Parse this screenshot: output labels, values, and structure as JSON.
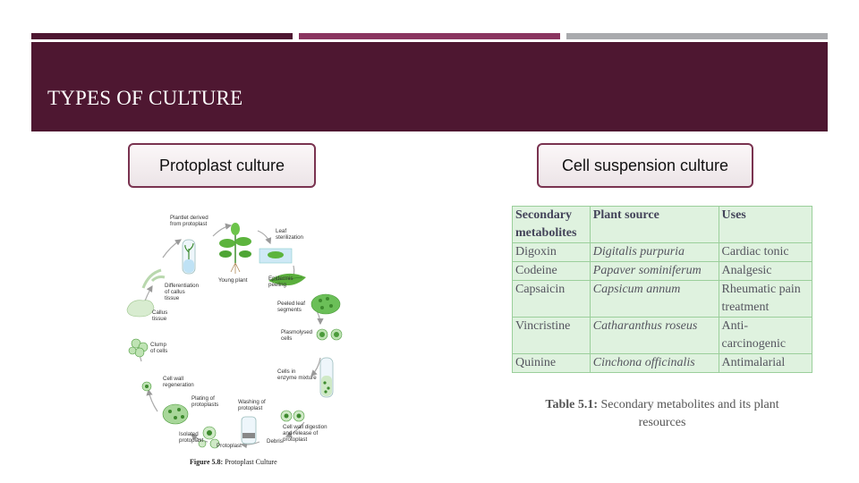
{
  "colors": {
    "bar_1": "#4e1731",
    "bar_2": "#8a3560",
    "bar_3": "#a9aaad",
    "title_band": "#4e1731"
  },
  "slide": {
    "title": "TYPES OF CULTURE",
    "left_label": "Protoplast culture",
    "right_label": "Cell suspension culture"
  },
  "figure": {
    "labels": {
      "plantlet": "Plantlet derived\nfrom protoplast",
      "leaf_sterilization": "Leaf\nsterilization",
      "young_plant": "Young plant",
      "differentiation": "Differentiation\nof callus\ntissue",
      "epidermis_peeling": "Epidermis\npeeling",
      "peeled_leaf": "Peeled leaf\nsegments",
      "callus_tissue": "Callus\ntissue",
      "plasmolysed_cells": "Plasmolysed\ncells",
      "clump_of_cells": "Clump\nof cells",
      "cell_wall_regeneration": "Cell wall\nregeneration",
      "cells_enzyme": "Cells in\nenzyme mixture",
      "plating": "Plating of\nprotoplasts",
      "washing": "Washing of\nprotoplast",
      "cell_wall_digestion": "Cell wall digestion\nand release of\nprotoplast",
      "isolated_protoplast": "Isolated\nprotoplast",
      "protoplast": "Protoplast",
      "debris": "Debris"
    },
    "caption_prefix": "Figure 5.8:",
    "caption_text": " Protoplast Culture"
  },
  "table": {
    "headers": [
      "Secondary metabolites",
      "Plant source",
      "Uses"
    ],
    "rows": [
      [
        "Digoxin",
        "Digitalis purpuria",
        "Cardiac tonic"
      ],
      [
        "Codeine",
        "Papaver sominiferum",
        "Analgesic"
      ],
      [
        "Capsaicin",
        "Capsicum annum",
        "Rheumatic pain treatment"
      ],
      [
        "Vincristine",
        "Catharanthus roseus",
        "Anti-carcinogenic"
      ],
      [
        "Quinine",
        "Cinchona officinalis",
        "Antimalarial"
      ]
    ],
    "caption_prefix": "Table 5.1:",
    "caption_text": " Secondary metabolites and its plant resources"
  }
}
